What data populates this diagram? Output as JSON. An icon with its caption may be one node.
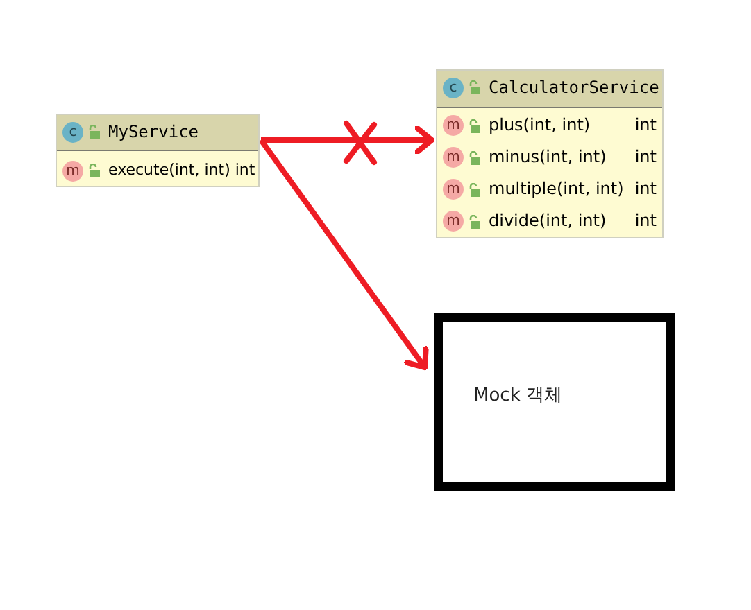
{
  "diagram": {
    "nodes": [
      {
        "text": [
          "MyService",
          "execute(int, int) int"
        ]
      },
      {
        "text": [
          "CalculatorService",
          "plus(int, int)",
          "int",
          "minus(int, int)",
          "int",
          "multiple(int, int)",
          "int",
          "divide(int, int)",
          "int"
        ]
      },
      {
        "text": [
          "Mock 객체"
        ]
      }
    ],
    "edges": [
      {
        "from": 0,
        "to": 1,
        "arrow": "to"
      },
      {
        "from": 0,
        "to": 2,
        "arrow": "to"
      }
    ],
    "labels": [
      "c",
      "m",
      "m",
      "m",
      "m",
      "c",
      "m"
    ]
  }
}
